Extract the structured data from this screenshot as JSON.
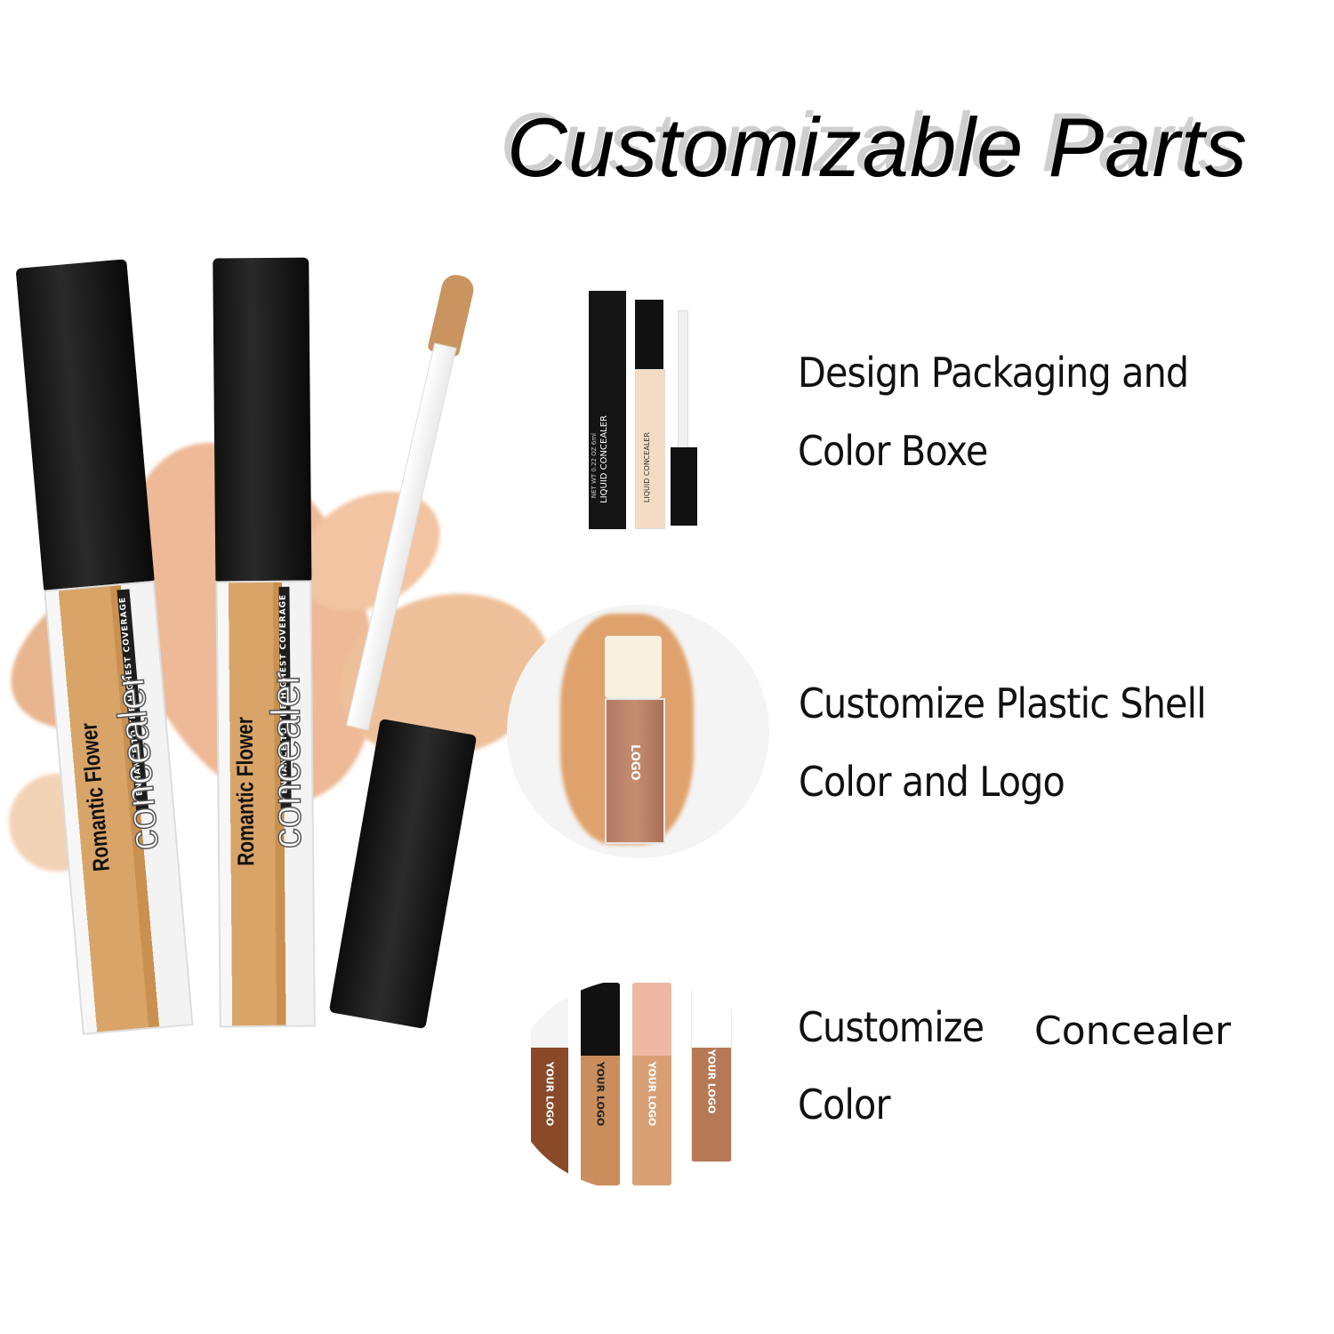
{
  "title": "Customizable Parts",
  "product": {
    "brand": "Romantic Flower",
    "registered": "®",
    "name": "concealer",
    "slogan": "ENHANCE TO THE HIGHEST COVERAGE"
  },
  "features": [
    {
      "line1": "Design Packaging and",
      "line2": "Color Boxe"
    },
    {
      "line1": "Customize Plastic Shell",
      "line2": "Color and Logo"
    },
    {
      "line1a": "Customize",
      "line1b": "Concealer",
      "line2": "Color"
    }
  ],
  "box_image": {
    "box_text": "LIQUID CONCEALER",
    "box_subtext": "NET WT 0.22 OZ 6ml",
    "tube_text": "LIQUID CONCEALER"
  },
  "bottle_image": {
    "logo": "LOGO"
  },
  "tubes_image": {
    "logo": "YOUR LOGO"
  },
  "colors": {
    "skin_light": "#f0c29e",
    "skin_mid": "#d9a467",
    "cap": "#111111"
  }
}
